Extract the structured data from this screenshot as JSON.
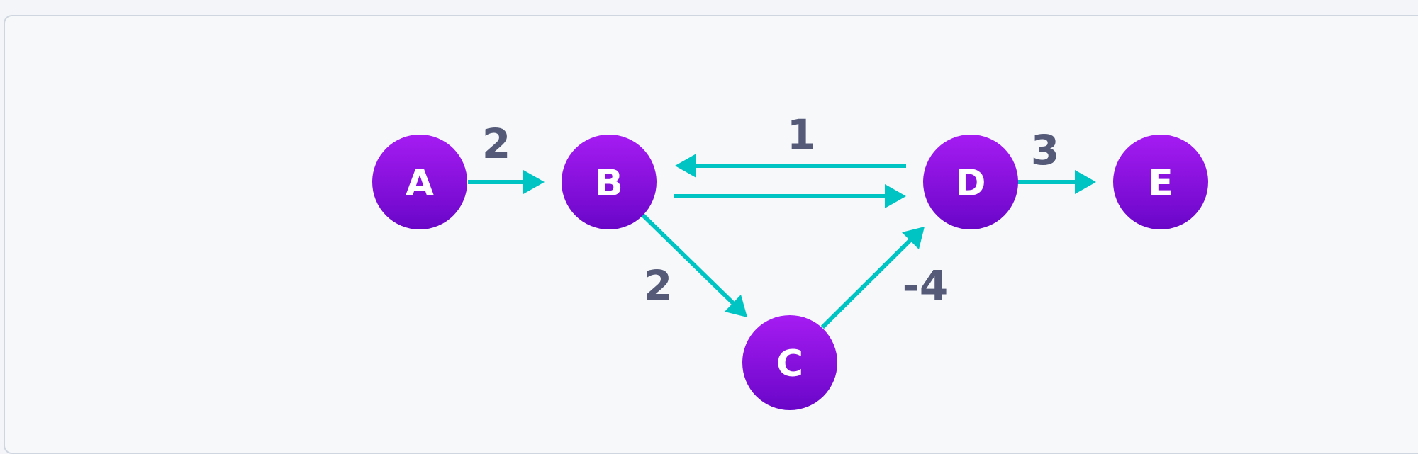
{
  "colors": {
    "node_top": "#a51cf2",
    "node_bottom": "#6a06c8",
    "edge": "#00c4c4",
    "weight_text": "#555a78",
    "node_text": "#ffffff"
  },
  "nodes": [
    {
      "id": "A",
      "label": "A"
    },
    {
      "id": "B",
      "label": "B"
    },
    {
      "id": "C",
      "label": "C"
    },
    {
      "id": "D",
      "label": "D"
    },
    {
      "id": "E",
      "label": "E"
    }
  ],
  "edges": [
    {
      "id": "A-B",
      "from": "A",
      "to": "B",
      "weight": "2"
    },
    {
      "id": "D-B",
      "from": "D",
      "to": "B",
      "weight": "1"
    },
    {
      "id": "B-D",
      "from": "B",
      "to": "D",
      "weight": ""
    },
    {
      "id": "B-C",
      "from": "B",
      "to": "C",
      "weight": "2"
    },
    {
      "id": "C-D",
      "from": "C",
      "to": "D",
      "weight": "-4"
    },
    {
      "id": "D-E",
      "from": "D",
      "to": "E",
      "weight": "3"
    }
  ]
}
